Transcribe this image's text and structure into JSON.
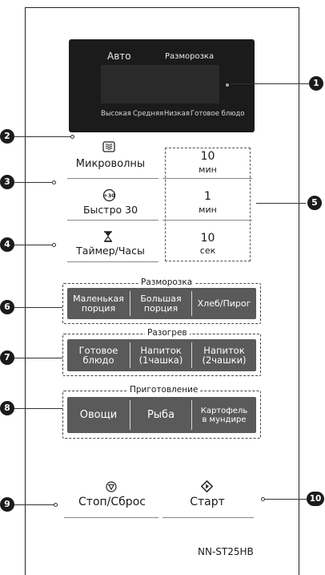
{
  "display": {
    "auto": "Авто",
    "defrost": "Разморозка",
    "power_levels": [
      "Высокая",
      "Средняя",
      "Низкая",
      "Готовое блюдо"
    ]
  },
  "callouts": [
    "1",
    "2",
    "3",
    "4",
    "5",
    "6",
    "7",
    "8",
    "9",
    "10"
  ],
  "buttons": {
    "microwave": {
      "label": "Микроволны",
      "icon": "microwave-waves-icon"
    },
    "quick30": {
      "label": "Быстро 30",
      "icon_text": "+30"
    },
    "timer": {
      "label": "Таймер/Часы",
      "icon": "hourglass-icon"
    },
    "time_keys": [
      {
        "value": "10",
        "unit": "мин"
      },
      {
        "value": "1",
        "unit": "мин"
      },
      {
        "value": "10",
        "unit": "сек"
      }
    ],
    "stop": {
      "label": "Стоп/Сброс",
      "icon": "stop-icon"
    },
    "start": {
      "label": "Старт",
      "icon": "start-icon"
    }
  },
  "groups": {
    "defrost": {
      "title": "Разморозка",
      "items": [
        "Маленькая\nпорция",
        "Большая\nпорция",
        "Хлеб/Пирог"
      ]
    },
    "reheat": {
      "title": "Разогрев",
      "items": [
        "Готовое\nблюдо",
        "Напиток\n(1чашка)",
        "Напиток\n(2чашки)"
      ]
    },
    "cook": {
      "title": "Приготовление",
      "items": [
        "Овощи",
        "Рыба",
        "Картофель\nв мундире"
      ]
    }
  },
  "model": "NN-ST25HB"
}
